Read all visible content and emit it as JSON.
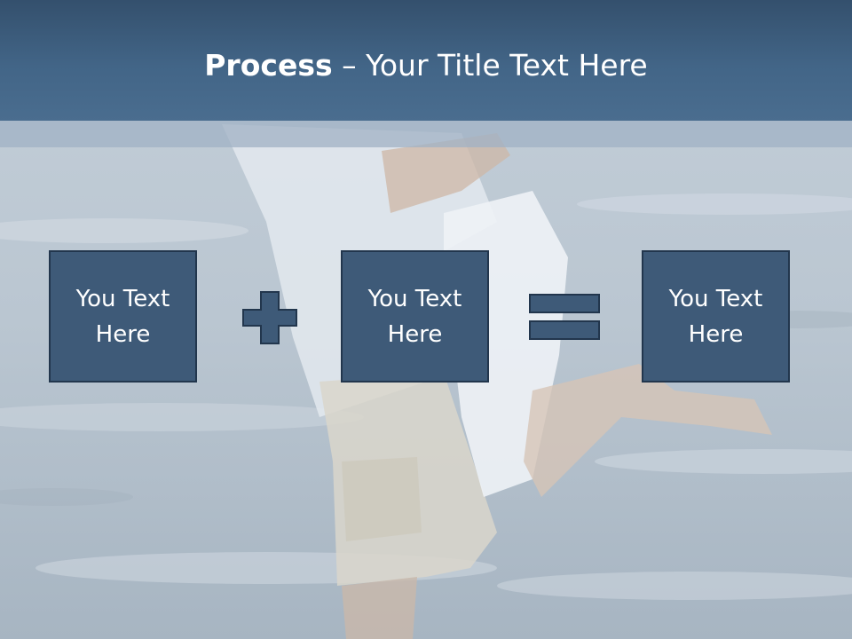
{
  "title": {
    "bold_part": "Process",
    "rest": " – Your Title Text Here"
  },
  "boxes": [
    {
      "label": "You Text Here"
    },
    {
      "label": "You Text Here"
    },
    {
      "label": "You Text Here"
    }
  ],
  "operators": {
    "first": "plus-icon",
    "second": "equals-icon"
  },
  "colors": {
    "title_bar": "#3f5f80",
    "box_fill": "#3e5a78",
    "box_border": "#22364d",
    "text": "#ffffff"
  },
  "background_image": "beach-couple-photo"
}
